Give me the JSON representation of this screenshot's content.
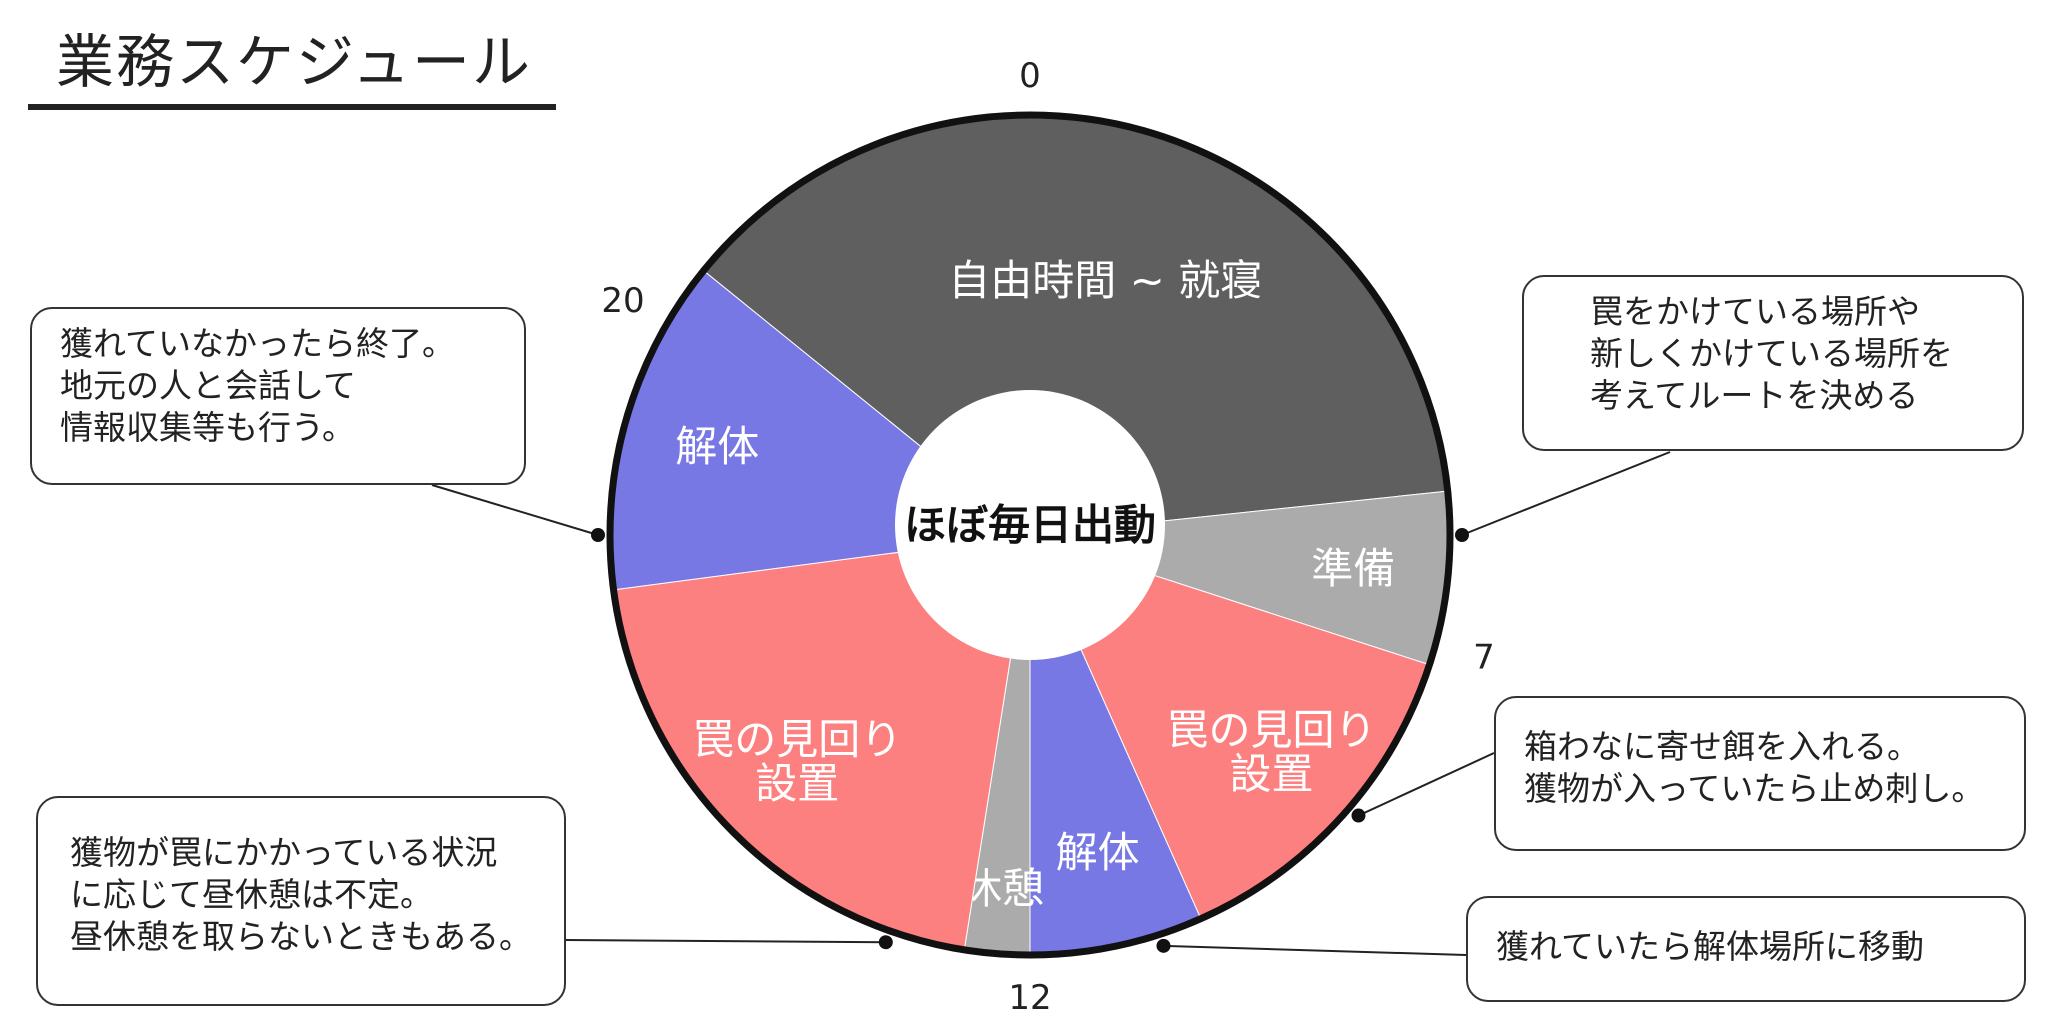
{
  "title": "業務スケジュール",
  "center_label": "ほぼ毎日出動",
  "hour_labels": {
    "h0": "0",
    "h7": "7",
    "h12": "12",
    "h20": "20"
  },
  "colors": {
    "free_time": "#5f5f5f",
    "prep": "#ababab",
    "trap": "#fd8080",
    "dismantle": "#7878e5",
    "rest": "#ababab",
    "ring": "#111111",
    "center": "#ffffff"
  },
  "segments": [
    {
      "label": "自由時間 ~ 就寝",
      "start_hour": 20.6,
      "end_hour": 29.6,
      "color_key": "free_time"
    },
    {
      "label": "準備",
      "start_hour": 5.6,
      "end_hour": 7.2,
      "color_key": "prep"
    },
    {
      "label": "罠の見回り\n設置",
      "start_hour": 7.2,
      "end_hour": 10.4,
      "color_key": "trap"
    },
    {
      "label": "解体",
      "start_hour": 10.4,
      "end_hour": 12.0,
      "color_key": "dismantle"
    },
    {
      "label": "休憩",
      "start_hour": 12.0,
      "end_hour": 12.6,
      "color_key": "rest"
    },
    {
      "label": "罠の見回り\n設置",
      "start_hour": 12.6,
      "end_hour": 17.5,
      "color_key": "trap"
    },
    {
      "label": "解体",
      "start_hour": 17.5,
      "end_hour": 20.6,
      "color_key": "dismantle"
    }
  ],
  "callouts": {
    "finish": {
      "lines": [
        "獲れていなかったら終了。",
        "地元の人と会話して",
        "情報収集等も行う。"
      ],
      "hour": 18.0
    },
    "route": {
      "lines": [
        "罠をかけている場所や",
        "新しくかけている場所を",
        "考えてルートを決める"
      ],
      "hour": 6.0
    },
    "bait": {
      "lines": [
        "箱わなに寄せ餌を入れる。",
        "獲物が入っていたら止め刺し。"
      ],
      "hour": 8.7
    },
    "move": {
      "lines": [
        "獲れていたら解体場所に移動"
      ],
      "hour": 10.8
    },
    "rest": {
      "lines": [
        "獲物が罠にかかっている状況",
        "に応じて昼休憩は不定。",
        "昼休憩を取らないときもある。"
      ],
      "hour": 13.3
    }
  }
}
